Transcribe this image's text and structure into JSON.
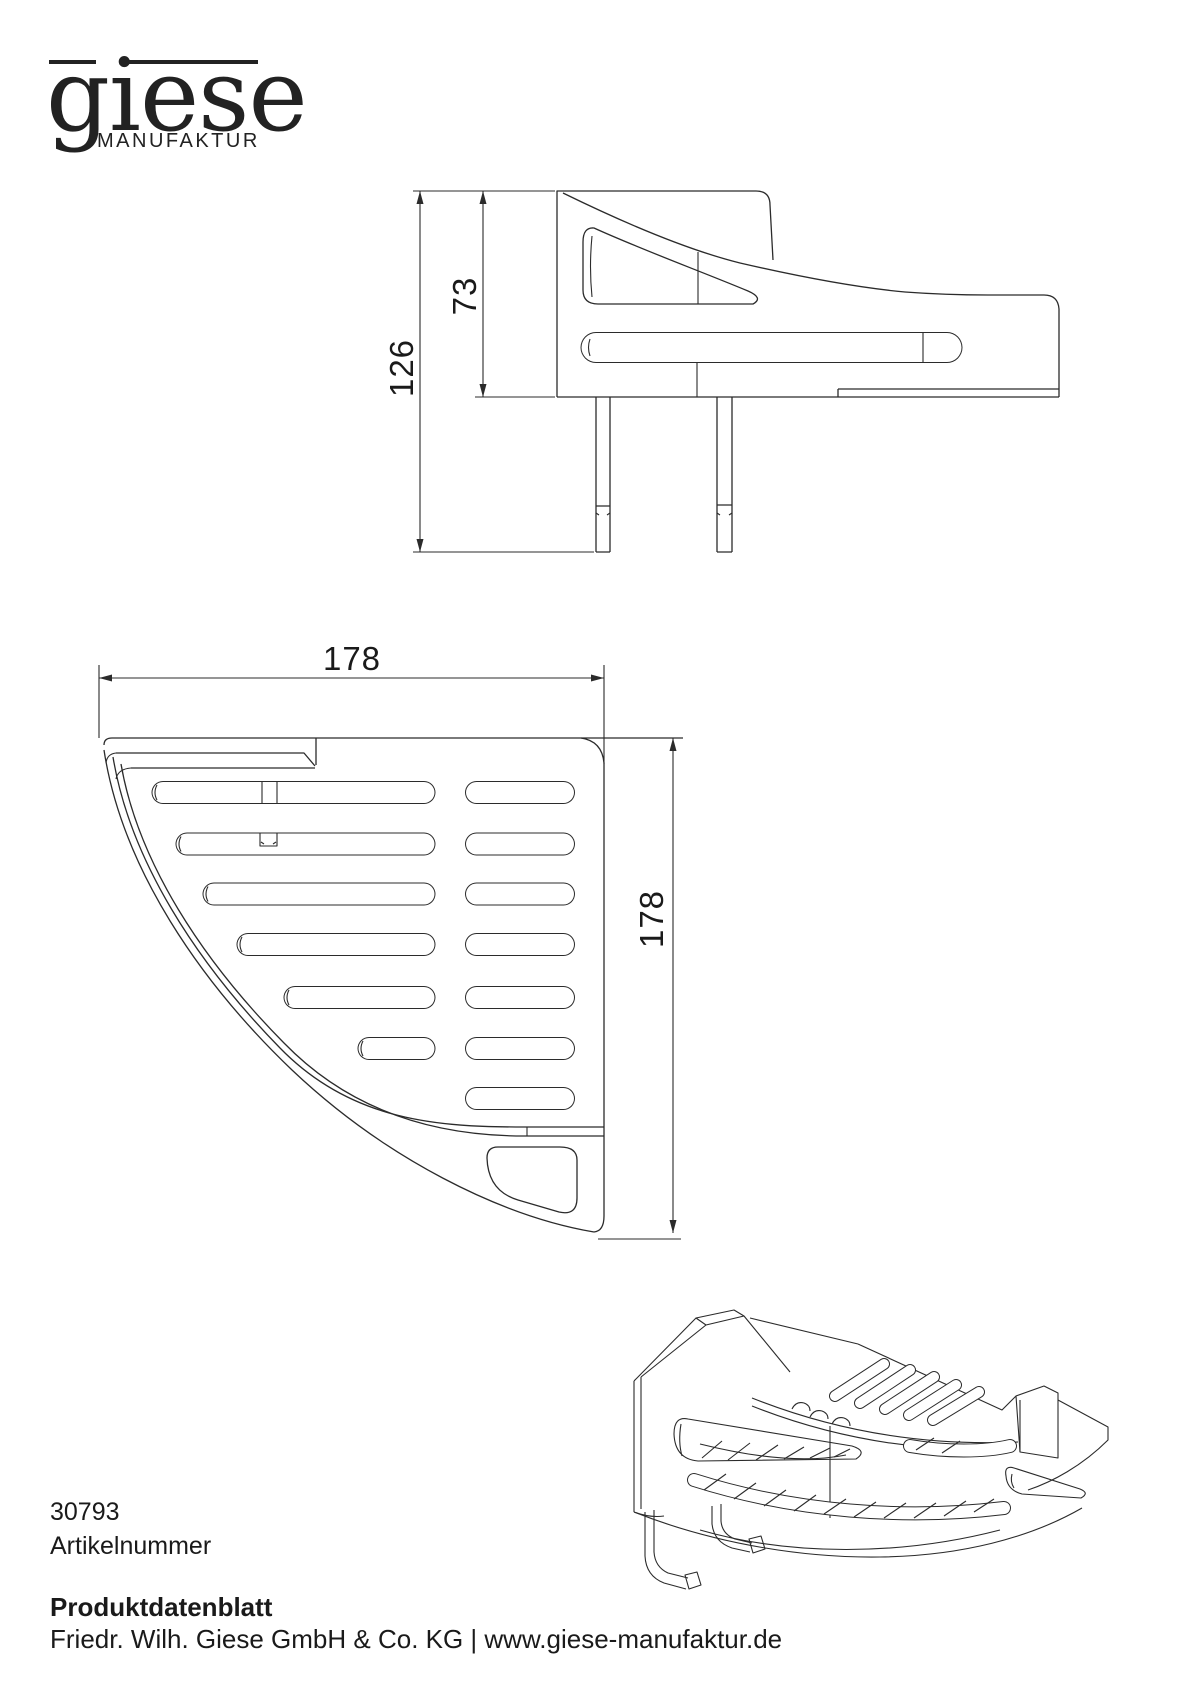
{
  "logo": {
    "brand": "giese",
    "subtitle": "MANUFAKTUR"
  },
  "dimensions": {
    "side_total_height": "126",
    "side_bracket_height": "73",
    "top_width": "178",
    "top_depth": "178"
  },
  "article": {
    "number": "30793",
    "label": "Artikelnummer"
  },
  "footer": {
    "doc_title": "Produktdatenblatt",
    "company_line": "Friedr. Wilh. Giese GmbH & Co. KG | www.giese-manufaktur.de"
  },
  "drawing": {
    "views": [
      "side-view",
      "top-view",
      "perspective-view"
    ],
    "colors": {
      "line": "#2b2b2b",
      "text": "#1a1a1a",
      "background": "#ffffff"
    }
  }
}
